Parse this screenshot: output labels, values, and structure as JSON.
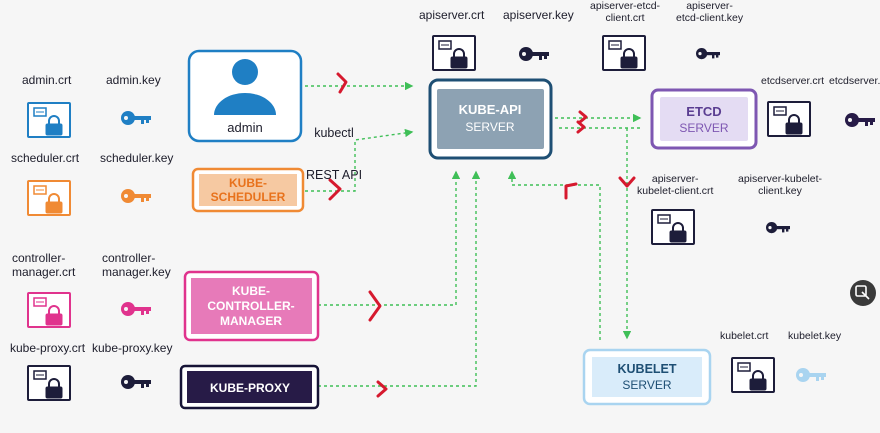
{
  "components": {
    "admin": "admin",
    "kubectl_line1": "kubectl",
    "kubectl_line2": "REST API",
    "kube_api_title": "KUBE-API",
    "kube_api_sub": "SERVER",
    "etcd_title": "ETCD",
    "etcd_sub": "SERVER",
    "scheduler_line1": "KUBE-",
    "scheduler_line2": "SCHEDULER",
    "cm_line1": "KUBE-",
    "cm_line2": "CONTROLLER-",
    "cm_line3": "MANAGER",
    "proxy": "KUBE-PROXY",
    "kubelet_title": "KUBELET",
    "kubelet_sub": "SERVER"
  },
  "certs": {
    "admin_crt": "admin.crt",
    "admin_key": "admin.key",
    "scheduler_crt": "scheduler.crt",
    "scheduler_key": "scheduler.key",
    "cm_crt": "controller-\nmanager.crt",
    "cm_key": "controller-\nmanager.key",
    "proxy_crt": "kube-proxy.crt",
    "proxy_key": "kube-proxy.key",
    "apiserver_crt": "apiserver.crt",
    "apiserver_key": "apiserver.key",
    "api_etcd_crt": "apiserver-etcd-\nclient.crt",
    "api_etcd_key": "apiserver-\netcd-client.key",
    "etcd_crt": "etcdserver.crt",
    "etcd_key": "etcdserver.",
    "api_kubelet_crt": "apiserver-\nkubelet-client.crt",
    "api_kubelet_key": "apiserver-kubelet-\nclient.key",
    "kubelet_crt": "kubelet.crt",
    "kubelet_key": "kubelet.key"
  },
  "colors": {
    "admin": "#1f7fc4",
    "kube_api": "#1e4f74",
    "kube_api_fill": "#8da2b3",
    "etcd": "#7e57b2",
    "etcd_fill": "#e4dcf3",
    "scheduler": "#f08a34",
    "scheduler_fill": "#f6c9a2",
    "controller": "#e0338d",
    "controller_fill": "#e77ab9",
    "proxy": "#161336",
    "proxy_fill": "#271b47",
    "kubelet": "#a9d4f0",
    "kubelet_fill": "#d9ecfa",
    "cert_dark": "#1d1d3a",
    "arrow_green": "#3fbf57",
    "chevron_red": "#d6192e"
  },
  "icons": [
    "user-icon",
    "certificate-icon",
    "key-icon",
    "screenshot-button-icon"
  ]
}
